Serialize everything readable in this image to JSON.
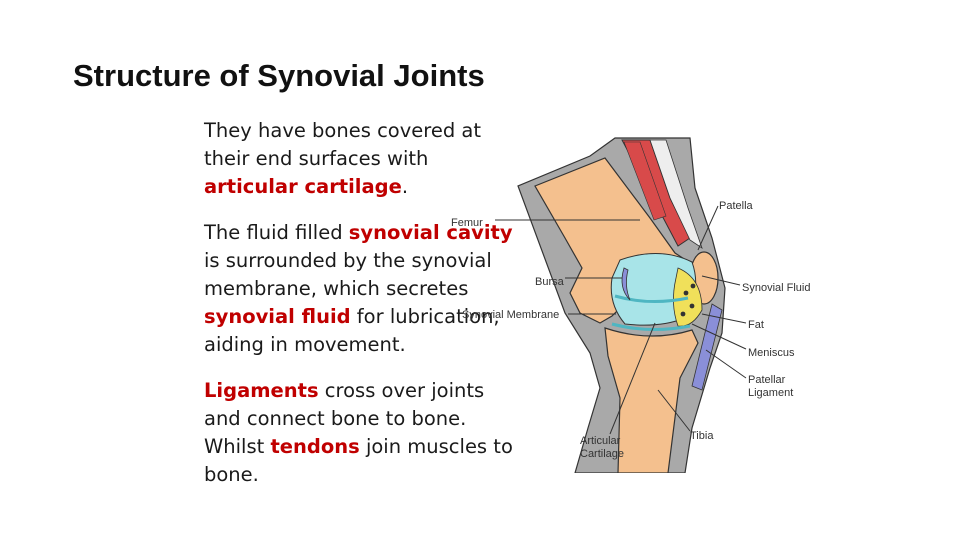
{
  "slide": {
    "title": "Structure of Synovial Joints"
  },
  "paragraphs": [
    {
      "before": "They have bones covered at their end surfaces with ",
      "highlight": "articular cartilage",
      "after": "."
    },
    {
      "before": "The fluid filled ",
      "highlight": "synovial cavity",
      "middle": " is surrounded by the synovial membrane, which secretes ",
      "highlight2": "synovial fluid",
      "after": " for lubrication, aiding in movement."
    },
    {
      "highlight": "Ligaments",
      "middle": " cross over joints and connect bone to bone. Whilst ",
      "highlight2": "tendons",
      "after": " join muscles to bone."
    }
  ],
  "diagram": {
    "labels": {
      "femur": "Femur",
      "patella": "Patella",
      "bursa": "Bursa",
      "synovial_fluid": "Synovial Fluid",
      "synovial_membrane": "Synovial Membrane",
      "fat": "Fat",
      "meniscus": "Meniscus",
      "patellar_ligament_1": "Patellar",
      "patellar_ligament_2": "Ligament",
      "tibia": "Tibia",
      "articular_cartilage_1": "Articular",
      "articular_cartilage_2": "Cartilage"
    },
    "colors": {
      "tissue": "#a9a9a9",
      "bone": "#f4c08e",
      "synovial": "#a8e4e8",
      "fat": "#f0e05a",
      "muscle": "#d84a4a",
      "ligament": "#8a8fd8",
      "outline": "#333333"
    }
  }
}
